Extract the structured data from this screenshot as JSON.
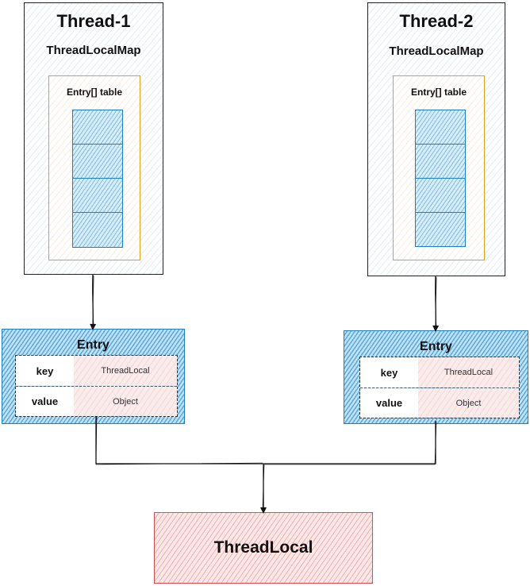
{
  "threads": [
    {
      "title": "Thread-1",
      "map_label": "ThreadLocalMap",
      "table_label": "Entry[] table",
      "slots": 4
    },
    {
      "title": "Thread-2",
      "map_label": "ThreadLocalMap",
      "table_label": "Entry[] table",
      "slots": 4
    }
  ],
  "entries": [
    {
      "title": "Entry",
      "key_label": "key",
      "key_value": "ThreadLocal",
      "value_label": "value",
      "value_value": "Object"
    },
    {
      "title": "Entry",
      "key_label": "key",
      "key_value": "ThreadLocal",
      "value_label": "value",
      "value_value": "Object"
    }
  ],
  "threadlocal": {
    "label": "ThreadLocal"
  },
  "colors": {
    "thread_border": "#222222",
    "table_border": "#e3a21a",
    "entry_border": "#1f7fc4",
    "threadlocal_border": "#d94f4f"
  }
}
